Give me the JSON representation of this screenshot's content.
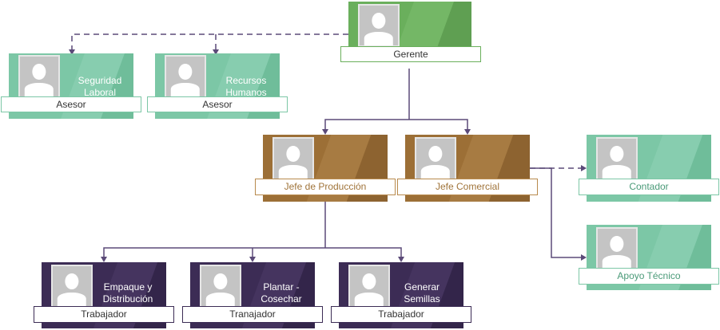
{
  "colors": {
    "green_dark": "#5da85c",
    "teal": "#6cbf9b",
    "brown": "#a0743a",
    "purple": "#3b2b52",
    "connector": "#5b4a78"
  },
  "nodes": {
    "gerente": {
      "title": "Gerente"
    },
    "seguridad": {
      "name": "Seguridad Laboral",
      "title": "Asesor"
    },
    "recursos": {
      "name": "Recursos Humanos",
      "title": "Asesor"
    },
    "produccion": {
      "title": "Jefe de Producción"
    },
    "comercial": {
      "title": "Jefe Comercial"
    },
    "contador": {
      "title": "Contador"
    },
    "apoyo": {
      "title": "Apoyo Técnico"
    },
    "empaque": {
      "name": "Empaque y Distribución",
      "title": "Trabajador"
    },
    "plantar": {
      "name": "Plantar - Cosechar",
      "title": "Tranajador"
    },
    "semillas": {
      "name": "Generar Semillas",
      "title": "Trabajador"
    }
  }
}
